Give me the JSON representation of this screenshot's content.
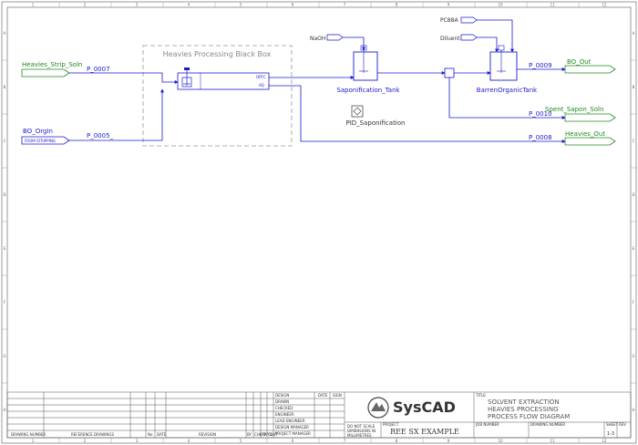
{
  "colors": {
    "stream": "#1a1ad0",
    "feed_label": "#1e8a1e",
    "box_border": "#999999",
    "frame": "#555555"
  },
  "border": {
    "top_numbers": [
      "1",
      "2",
      "3",
      "4",
      "5",
      "6",
      "7",
      "8",
      "9",
      "10",
      "11",
      "12"
    ],
    "bottom_numbers": [
      "1",
      "2",
      "3",
      "4",
      "5",
      "6",
      "7",
      "8",
      "9",
      "10",
      "11",
      "12"
    ],
    "left_letters": [
      "A",
      "B",
      "C",
      "D",
      "E",
      "F",
      "G",
      "H"
    ],
    "right_letters": [
      "A",
      "B",
      "C",
      "D",
      "E",
      "F",
      "G",
      "H"
    ]
  },
  "feeds": {
    "heavies_strip": "Heavies_Strip_Soln",
    "bo_orgin": "BO_OrgIn",
    "from_stripping": "FROM STRIPPING",
    "naoh": "NaOH",
    "pc88a": "PC88A",
    "diluent": "Diluent"
  },
  "products": {
    "bo_out": "BO_Out",
    "spent_sapon": "Spent_Sapon_Soln",
    "heavies_out": "Heavies_Out"
  },
  "streams": {
    "p0007": "P_0007",
    "p0005": "P_0005_",
    "p0009": "P_0009",
    "p0010": "P_0010",
    "p0008": "P_0008"
  },
  "units": {
    "black_box": "Heavies Processing Black Box",
    "opfc": "OPFC",
    "aq": "AQ",
    "sapon_tank": "Saponification_Tank",
    "barren_tank": "BarrenOrganicTank",
    "pid": "PID_Saponification"
  },
  "title_block": {
    "logo": "SysCAD",
    "project_label": "PROJECT",
    "project": "REE SX EXAMPLE",
    "title_label": "TITLE",
    "title_line1": "SOLVENT EXTRACTION",
    "title_line2": "HEAVIES PROCESSING",
    "title_line3": "PROCESS FLOW DIAGRAM",
    "scale_note1": "DO NOT SCALE",
    "scale_note2": "DIMENSIONS IN",
    "scale_note3": "MILLIMETRES",
    "job_number_label": "JOB NUMBER",
    "drawing_number_label": "DRAWING NUMBER",
    "sheet_label": "SHEET",
    "sheet_value": "1-3",
    "rev_label": "REV",
    "ref_col1": "DRAWING NUMBER",
    "ref_col2": "REFERENCE DRAWINGS",
    "rev_col1": "No",
    "rev_col2": "DATE",
    "rev_col3": "REVISION",
    "rev_col4": "BY",
    "rev_col5": "CHK'D",
    "rev_col6": "APP'D",
    "rev_col7": "CLNT",
    "sig_rows": [
      "DESIGN",
      "DRAWN",
      "CHECKED",
      "ENGINEER",
      "LEAD ENGINEER",
      "DESIGN MANAGER",
      "PROJECT MANAGER"
    ],
    "sig_head1": "DATE",
    "sig_head2": "SIGN"
  }
}
